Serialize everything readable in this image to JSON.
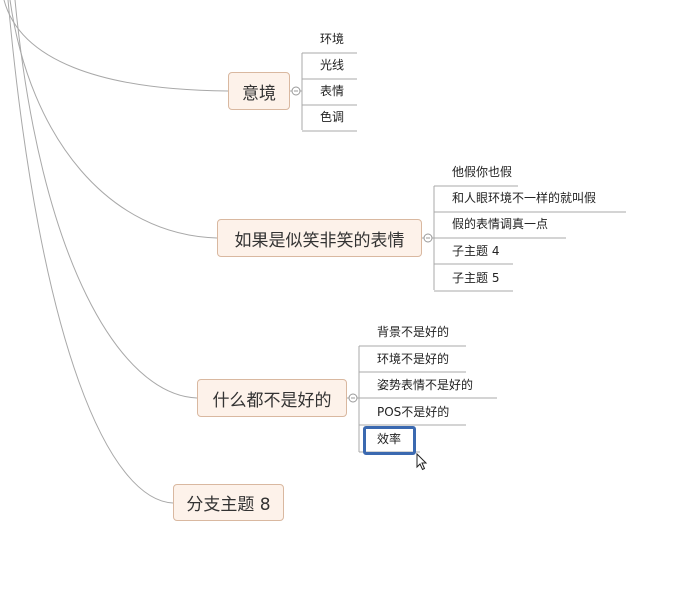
{
  "mindmap": {
    "branches": [
      {
        "label": "意境",
        "subtopics": [
          "环境",
          "光线",
          "表情",
          "色调"
        ]
      },
      {
        "label": "如果是似笑非笑的表情",
        "subtopics": [
          "他假你也假",
          "和人眼环境不一样的就叫假",
          "假的表情调真一点",
          "子主题 4",
          "子主题 5"
        ]
      },
      {
        "label": "什么都不是好的",
        "subtopics": [
          "背景不是好的",
          "环境不是好的",
          "姿势表情不是好的",
          "POS不是好的",
          "效率"
        ]
      },
      {
        "label": "分支主题 8",
        "subtopics": []
      }
    ],
    "selected_subtopic": "效率"
  },
  "colors": {
    "topic_fill": "#fdf2ea",
    "topic_border": "#d9b8a0",
    "line": "#a8a8a8",
    "selection": "#3b69b0"
  }
}
